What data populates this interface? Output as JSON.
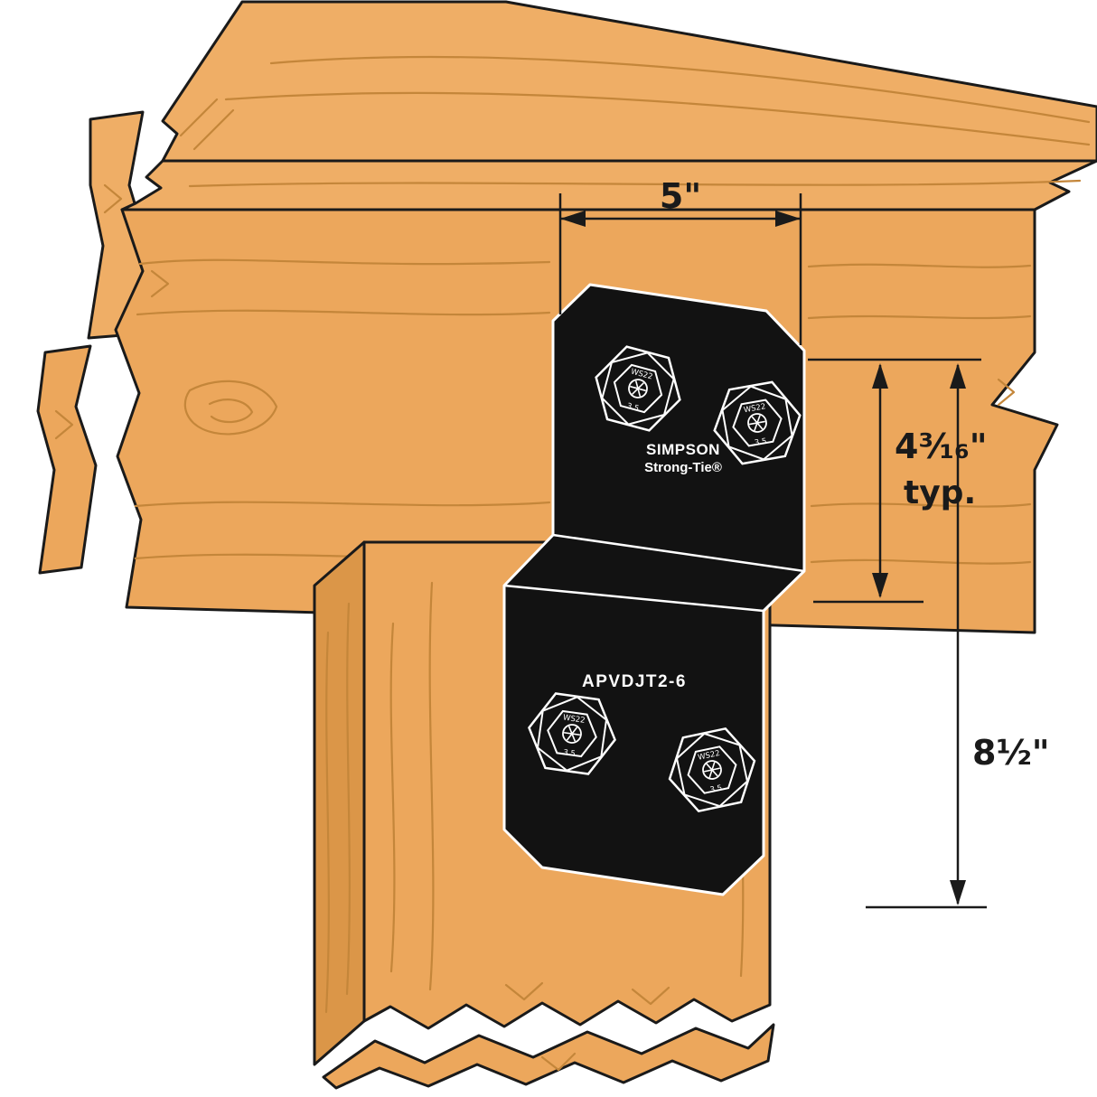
{
  "figure": {
    "plate": {
      "brand_line1": "SIMPSON",
      "brand_line2": "Strong-Tie®",
      "model": "APVDJT2-6"
    },
    "screw": {
      "code": "WS22",
      "size": "3.5"
    },
    "dimensions": {
      "width": "5\"",
      "flange": "4³⁄₁₆\"",
      "flange_note": "typ.",
      "height": "8½\""
    },
    "colors": {
      "wood": "#ECA75C",
      "wood_top": "#EFAE66",
      "wood_dark": "#DB9648",
      "grain": "#C4863A",
      "outline": "#1A1A1A",
      "plate": "#121212",
      "plate_markings": "#FFFFFF",
      "background": "#FFFFFF"
    }
  }
}
